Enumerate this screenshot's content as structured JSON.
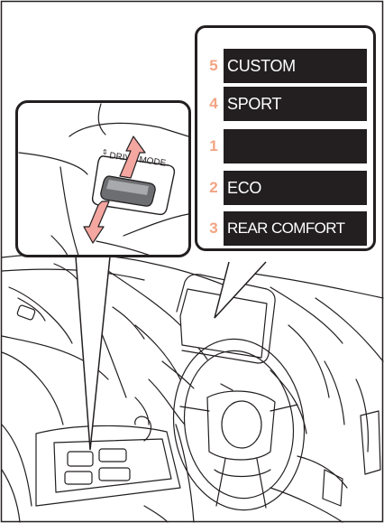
{
  "drive_mode_switch": {
    "label": "DRIVE MODE",
    "icon": "up-down-arrow-icon"
  },
  "modes": [
    {
      "number": "5",
      "label": "CUSTOM"
    },
    {
      "number": "4",
      "label": "SPORT"
    },
    {
      "number": "1",
      "label": ""
    },
    {
      "number": "2",
      "label": "ECO"
    },
    {
      "number": "3",
      "label": "REAR COMFORT"
    }
  ],
  "colors": {
    "number": "#f2a483",
    "bar": "#231f20",
    "bar_text": "#ffffff",
    "arrow": "#f4a6a0",
    "line": "#231f20"
  }
}
